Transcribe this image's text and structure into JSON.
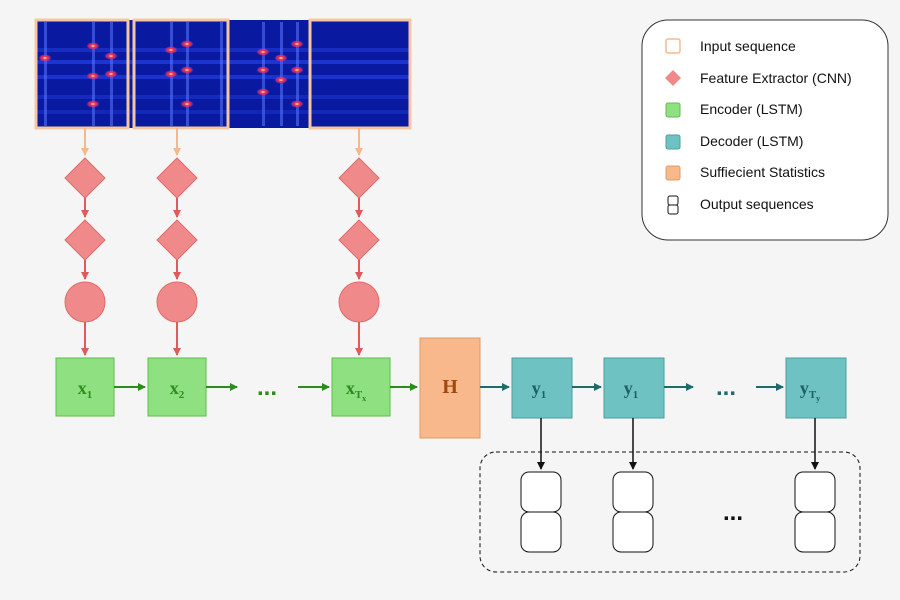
{
  "legend": {
    "items": [
      {
        "label": "Input sequence",
        "shape": "square-outline",
        "color": "#f5c6a0"
      },
      {
        "label": "Feature Extractor (CNN)",
        "shape": "diamond",
        "color": "#f08a8a"
      },
      {
        "label": "Encoder (LSTM)",
        "shape": "square",
        "color": "#8fe080"
      },
      {
        "label": "Decoder (LSTM)",
        "shape": "square",
        "color": "#6fc2c2"
      },
      {
        "label": "Suffiecient Statistics",
        "shape": "square",
        "color": "#f8b88b"
      },
      {
        "label": "Output sequences",
        "shape": "double-outline",
        "color": "#ffffff"
      }
    ]
  },
  "encoder": {
    "nodes": [
      {
        "base": "x",
        "sub": "1"
      },
      {
        "base": "x",
        "sub": "2"
      },
      {
        "base": "x",
        "sub": "T",
        "subsub": "x"
      }
    ],
    "ellipsis": "..."
  },
  "stats_node": {
    "label": "H"
  },
  "decoder": {
    "nodes": [
      {
        "base": "y",
        "sub": "1"
      },
      {
        "base": "y",
        "sub": "1"
      },
      {
        "base": "y",
        "sub": "T",
        "subsub": "y"
      }
    ],
    "ellipsis": "..."
  },
  "outputs": {
    "ellipsis": "..."
  },
  "colors": {
    "input_border": "#f5c6a0",
    "cnn": "#f08a8a",
    "encoder": "#8fe080",
    "encoder_arrow": "#2e8b1e",
    "decoder": "#6fc2c2",
    "decoder_arrow": "#1f6b6b",
    "stats": "#f8b88b",
    "stats_text": "#a0480e",
    "spectrogram_bg": "#0a1aa0"
  }
}
